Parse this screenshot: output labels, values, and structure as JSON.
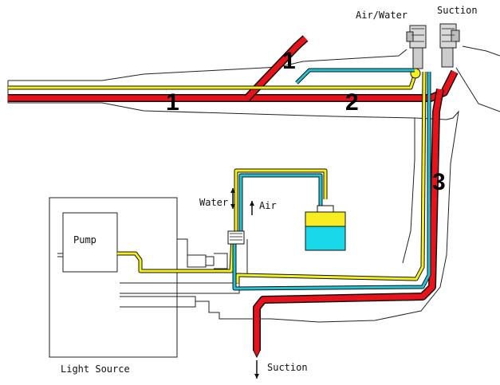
{
  "labels": {
    "air_water": "Air/Water",
    "suction_top": "Suction",
    "water": "Water",
    "air": "Air",
    "pump": "Pump",
    "light_source": "Light Source",
    "suction_bottom": "Suction"
  },
  "channel_numbers": {
    "n1_upper": "1",
    "n1_lower": "1",
    "n2": "2",
    "n3": "3"
  },
  "colors": {
    "suction_channel": "#e8121b",
    "air_channel": "#22c3d4",
    "water_channel": "#f2ef1c",
    "water_tank_liquid": "#19d8e8",
    "tank_air": "#f6ee23",
    "outline": "#222222"
  }
}
